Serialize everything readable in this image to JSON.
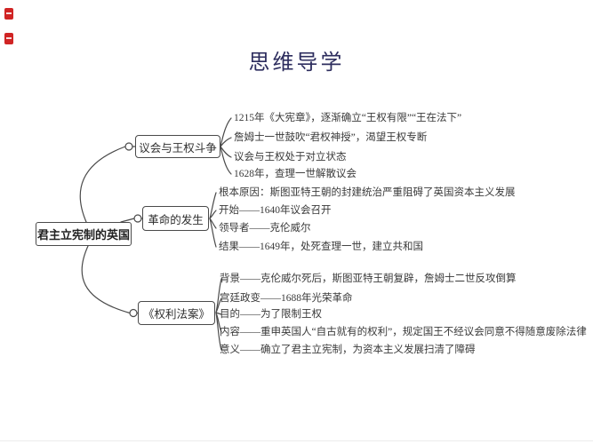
{
  "page": {
    "title": "思维导学"
  },
  "colors": {
    "title": "#2d2d5e",
    "line": "#4a4a4a",
    "text": "#3a3a3a",
    "corner_mark": "#d02424",
    "background": "#ffffff"
  },
  "mindmap": {
    "root": {
      "label": "君主立宪制的英国"
    },
    "branches": [
      {
        "label": "议会与王权斗争",
        "leaves": [
          "1215年《大宪章》，逐渐确立“王权有限”“王在法下”",
          "詹姆士一世鼓吹“君权神授”，渴望王权专断",
          "议会与王权处于对立状态",
          "1628年，查理一世解散议会"
        ]
      },
      {
        "label": "革命的发生",
        "leaves": [
          "根本原因：斯图亚特王朝的封建统治严重阻碍了英国资本主义发展",
          "开始——1640年议会召开",
          "领导者——克伦威尔",
          "结果——1649年，处死查理一世，建立共和国"
        ]
      },
      {
        "label": "《权利法案》",
        "leaves": [
          "背景——克伦威尔死后，斯图亚特王朝复辟，詹姆士二世反攻倒算",
          "宫廷政变——1688年光荣革命",
          "目的——为了限制王权",
          "内容——重申英国人“自古就有的权利”，规定国王不经议会同意不得随意废除法律",
          "意义——确立了君主立宪制，为资本主义发展扫清了障碍"
        ]
      }
    ]
  }
}
